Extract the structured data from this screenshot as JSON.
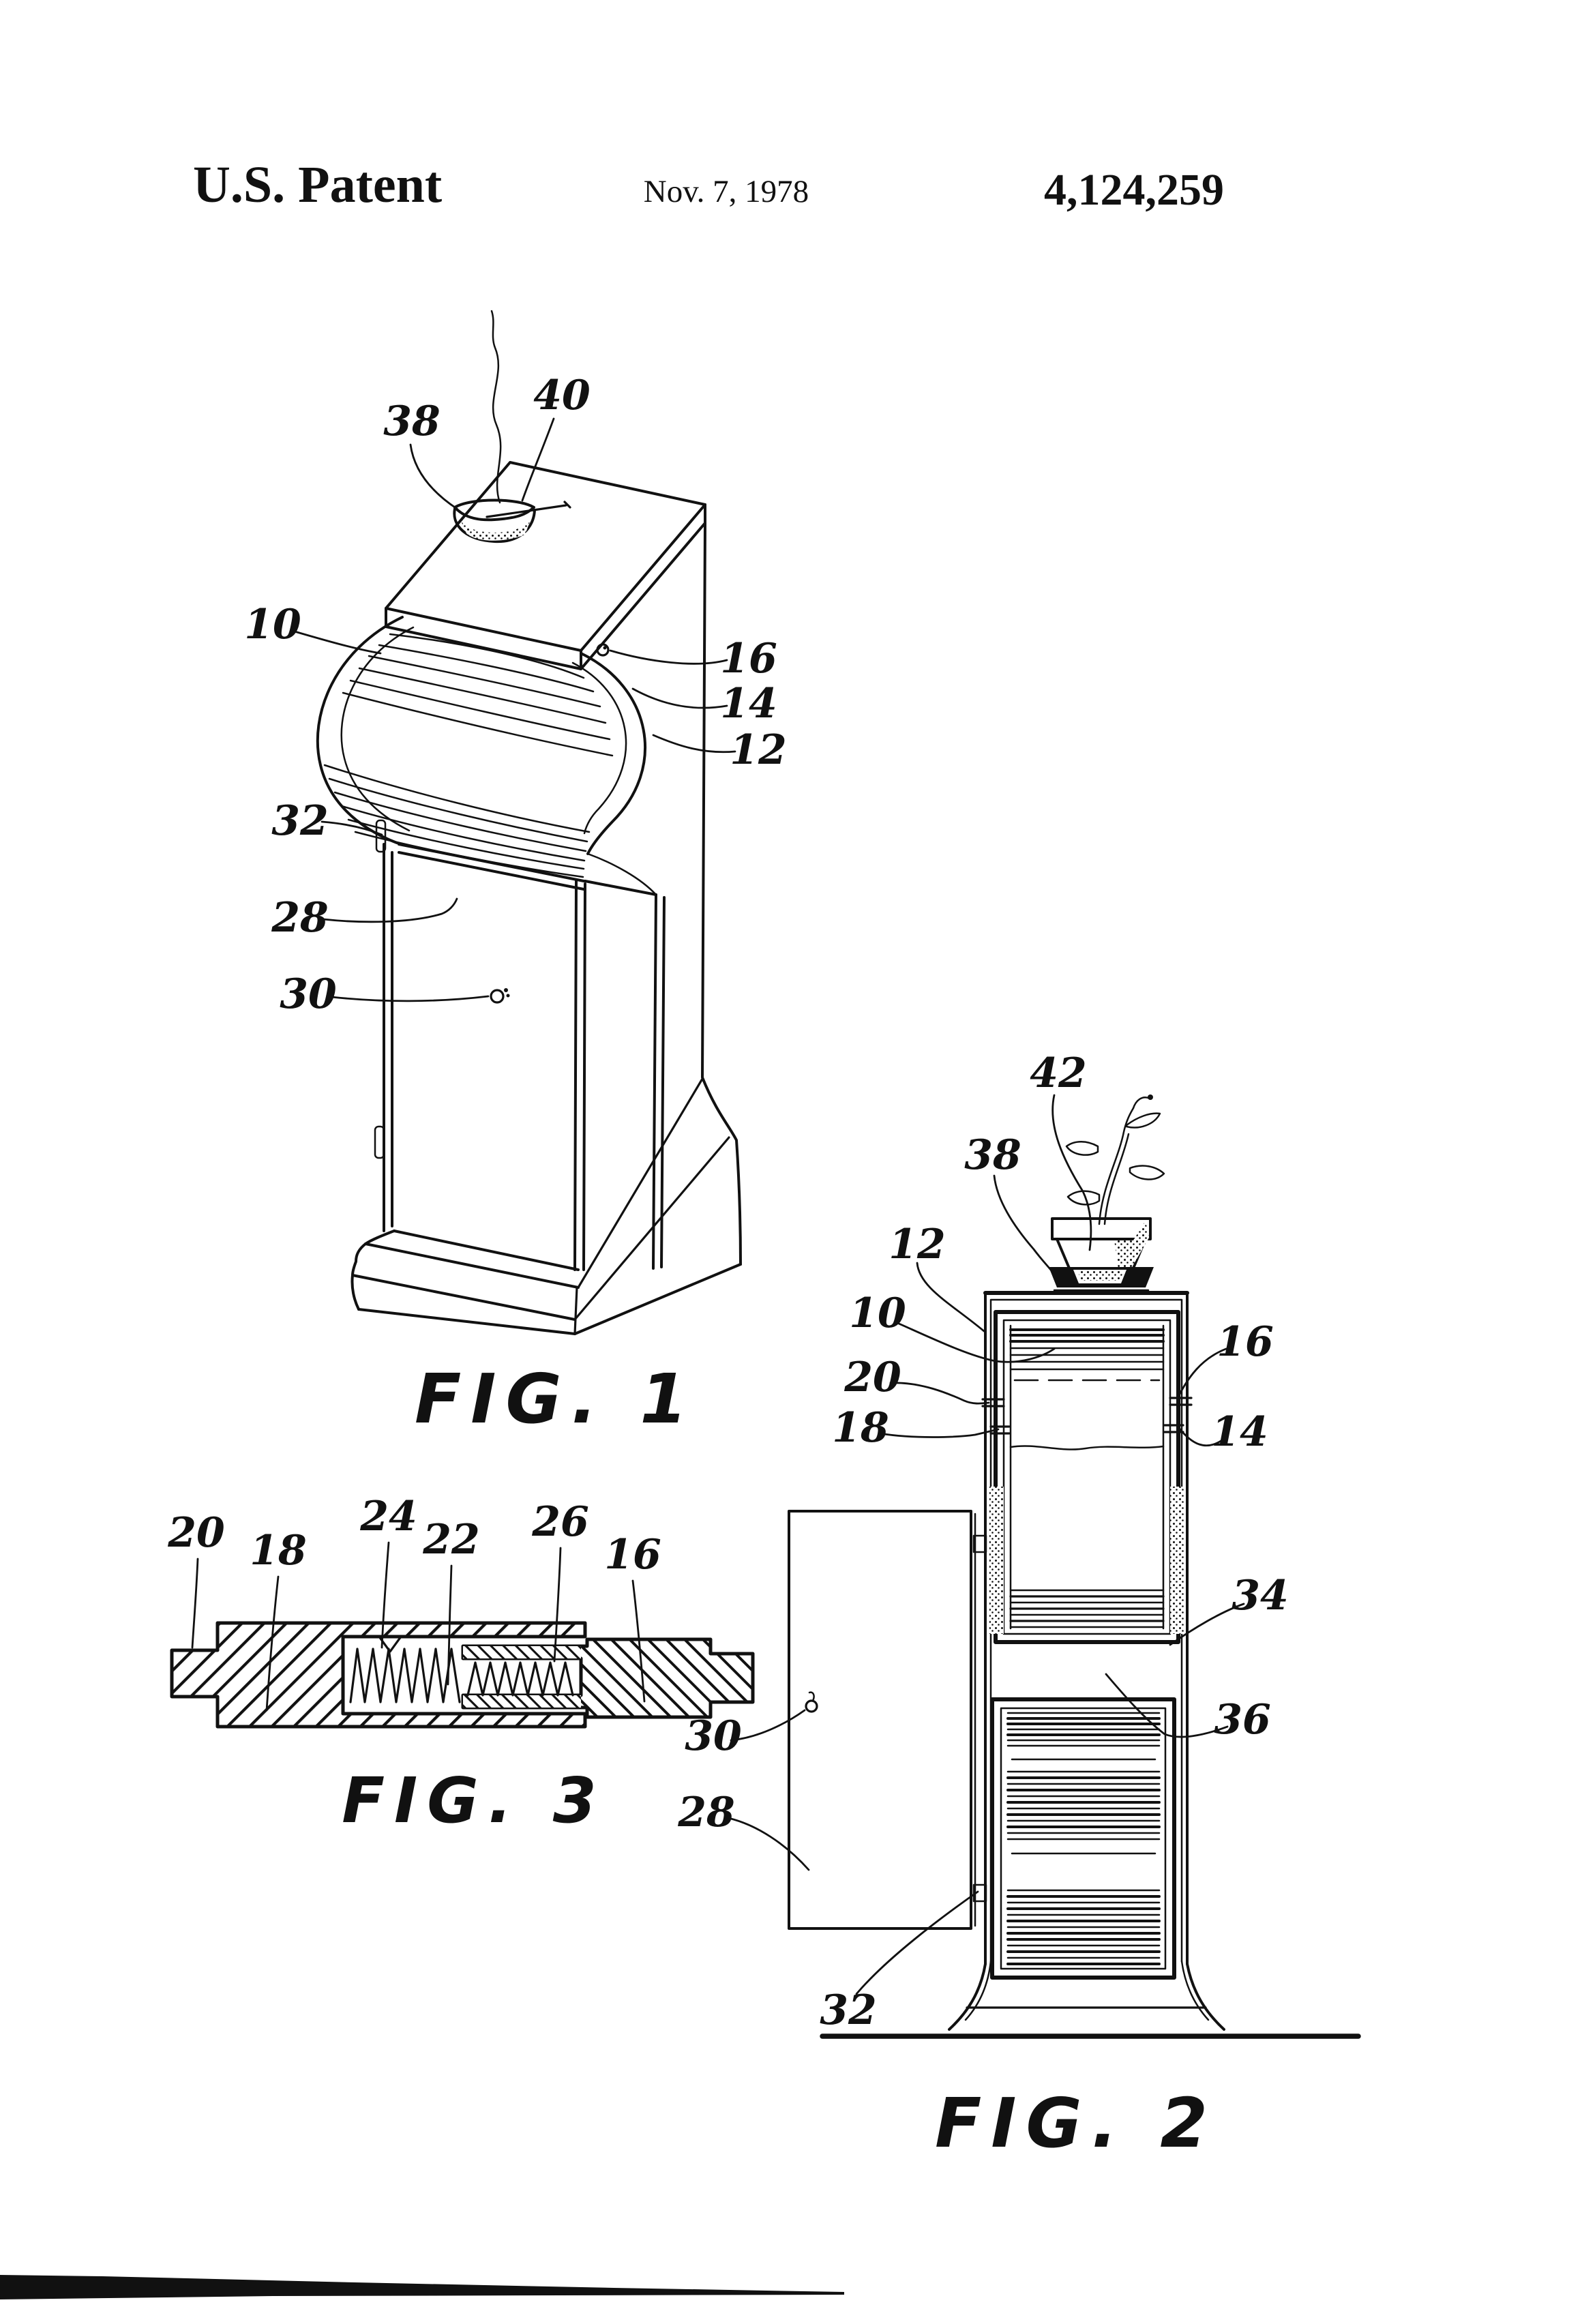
{
  "header": {
    "title": "U.S. Patent",
    "date": "Nov. 7, 1978",
    "patent_number": "4,124,259"
  },
  "fig1": {
    "caption": "FIG. 1",
    "labels": {
      "n38": "38",
      "n40": "40",
      "n10": "10",
      "n16": "16",
      "n14": "14",
      "n12": "12",
      "n32": "32",
      "n28": "28",
      "n30": "30"
    }
  },
  "fig2": {
    "caption": "FIG. 2",
    "labels": {
      "n42": "42",
      "n38": "38",
      "n12": "12",
      "n10": "10",
      "n20": "20",
      "n18": "18",
      "n16": "16",
      "n14": "14",
      "n34": "34",
      "n36": "36",
      "n30": "30",
      "n28": "28",
      "n32": "32"
    }
  },
  "fig3": {
    "caption": "FIG. 3",
    "labels": {
      "n20": "20",
      "n18": "18",
      "n24": "24",
      "n22": "22",
      "n26": "26",
      "n16": "16"
    }
  }
}
